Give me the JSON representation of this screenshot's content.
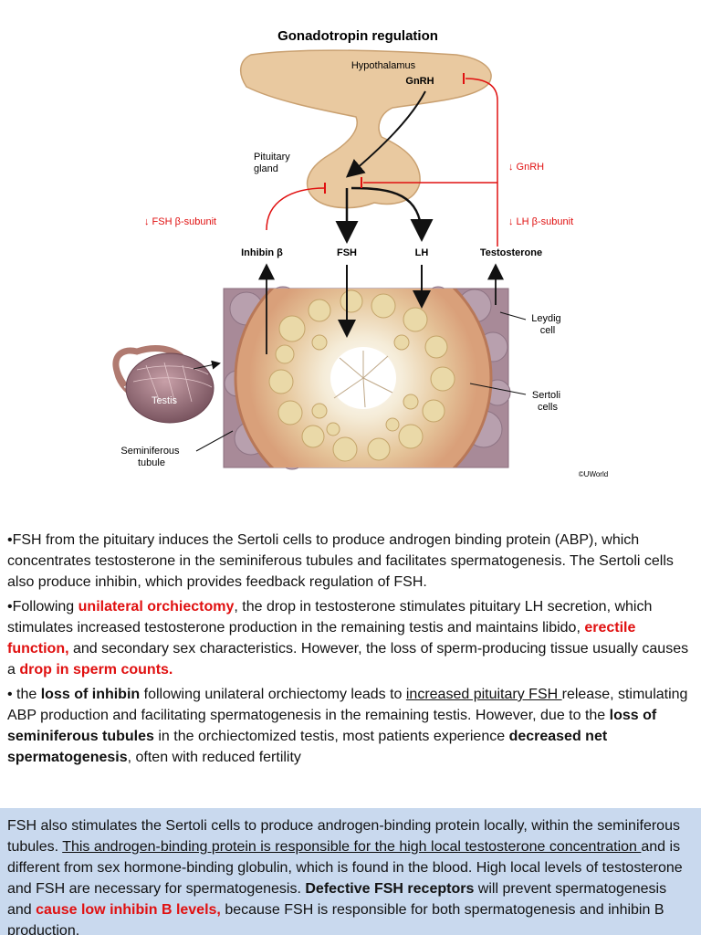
{
  "diagram": {
    "title": "Gonadotropin regulation",
    "hypothalamus": "Hypothalamus",
    "gnrh": "GnRH",
    "pituitary_line1": "Pituitary",
    "pituitary_line2": "gland",
    "gnrh_feedback": "↓ GnRH",
    "fsh_beta": "↓ FSH β-subunit",
    "lh_beta": "↓ LH β-subunit",
    "inhibin": "Inhibin β",
    "fsh": "FSH",
    "lh": "LH",
    "testosterone": "Testosterone",
    "leydig_line1": "Leydig",
    "leydig_line2": "cell",
    "sertoli_line1": "Sertoli",
    "sertoli_line2": "cells",
    "testis": "Testis",
    "sem_line1": "Seminiferous",
    "sem_line2": "tubule",
    "credit": "©UWorld"
  },
  "notes": {
    "p1": "•FSH from the pituitary induces the Sertoli cells to produce androgen binding protein (ABP), which concentrates testosterone in the seminiferous tubules and facilitates spermatogenesis.  The Sertoli cells also produce inhibin, which provides feedback regulation of FSH.",
    "p2_a": "•Following ",
    "p2_b": "unilateral orchiectomy",
    "p2_c": ", the drop in testosterone stimulates pituitary LH secretion, which stimulates increased testosterone production in the remaining testis and maintains libido, ",
    "p2_d": "erectile function,",
    "p2_e": " and secondary sex characteristics.  However, the loss of sperm-producing tissue usually causes a ",
    "p2_f": "drop in sperm counts.",
    "p3_a": "• the ",
    "p3_b": "loss of inhibin",
    "p3_c": " following unilateral orchiectomy leads to ",
    "p3_d": "increased pituitary FSH ",
    "p3_e": "release, stimulating ABP production and facilitating spermatogenesis in the remaining testis.  However, due to the ",
    "p3_f": "loss of seminiferous tubules",
    "p3_g": " in the orchiectomized testis, most patients experience ",
    "p3_h": "decreased net spermatogenesis",
    "p3_i": ", often with reduced fertility"
  },
  "box": {
    "a": "FSH also stimulates the Sertoli cells to produce androgen-binding protein locally, within the seminiferous tubules.  ",
    "b": "This androgen-binding protein is responsible for the high local testosterone concentration ",
    "c": "and is different from sex hormone-binding globulin, which is found in the blood.  High local levels of testosterone and FSH are necessary for spermatogenesis.  ",
    "d": "Defective FSH receptors",
    "e": " will prevent spermatogenesis and ",
    "f": "cause low inhibin B levels,",
    "g": " because FSH is responsible for both spermatogenesis and inhibin B production."
  },
  "colors": {
    "red": "#e01010",
    "tissue": "#e9c9a0",
    "box_bg": "#c9d9ee"
  }
}
